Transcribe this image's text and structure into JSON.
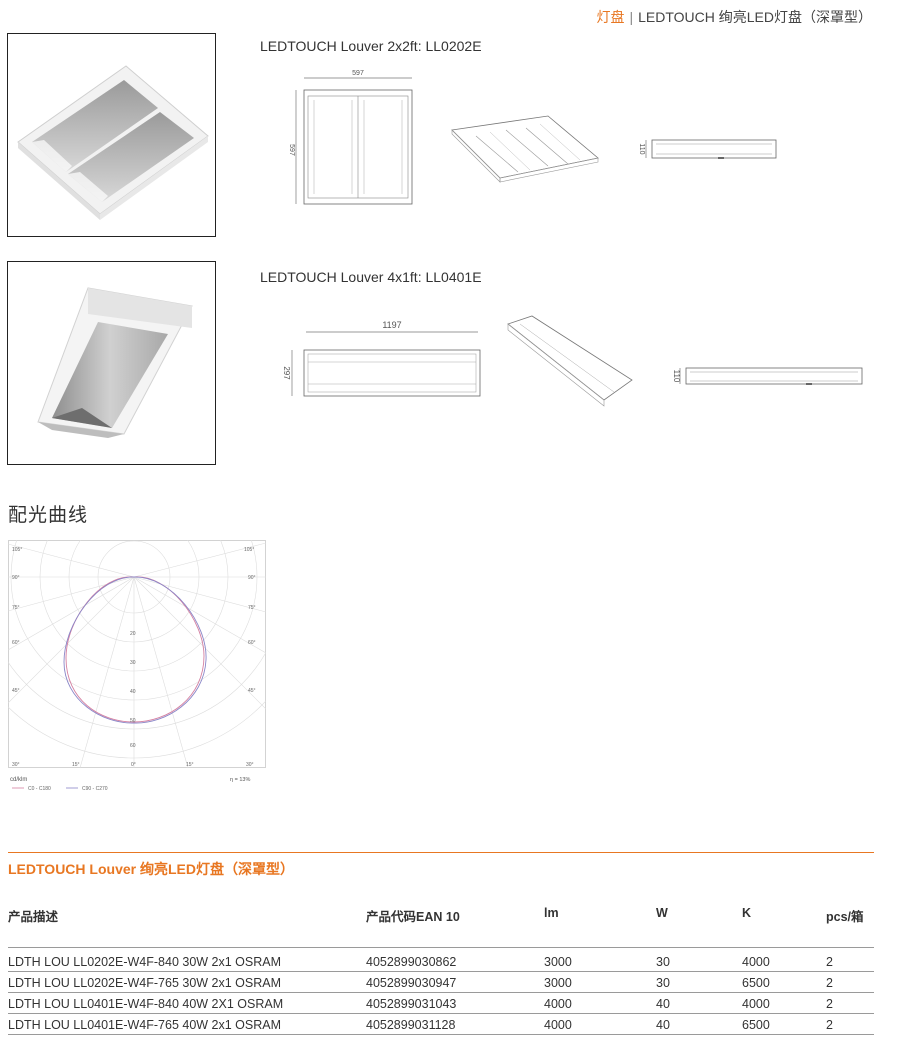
{
  "header": {
    "category": "灯盘",
    "separator": "|",
    "title": "LEDTOUCH 绚亮LED灯盘（深罩型）"
  },
  "products": [
    {
      "title": "LEDTOUCH Louver 2x2ft: LL0202E",
      "dimensions": {
        "width": "597",
        "height": "597",
        "depth": "110"
      }
    },
    {
      "title": "LEDTOUCH Louver 4x1ft: LL0401E",
      "dimensions": {
        "width": "1197",
        "height": "297",
        "depth": "110"
      }
    }
  ],
  "light_distribution": {
    "section_title": "配光曲线",
    "angles_top": [
      "105°",
      "105°"
    ],
    "angle_labels_left": [
      "90°",
      "75°",
      "60°",
      "45°"
    ],
    "angle_labels_right": [
      "90°",
      "75°",
      "60°",
      "45°"
    ],
    "bottom_angles": [
      "30°",
      "15°",
      "0°",
      "15°",
      "30°"
    ],
    "radial_values": [
      "20",
      "30",
      "40",
      "50",
      "60"
    ],
    "unit": "cd/klm",
    "efficiency": "η = 13%",
    "legend": [
      "C0 - C180",
      "C90 - C270"
    ],
    "colors": {
      "c0": "#d47fa0",
      "c90": "#8a86c8"
    }
  },
  "table": {
    "title": "LEDTOUCH Louver 绚亮LED灯盘（深罩型）",
    "headers": [
      "产品描述",
      "产品代码EAN 10",
      "lm",
      "W",
      "K",
      "pcs/箱"
    ],
    "rows": [
      [
        "LDTH LOU LL0202E-W4F-840 30W 2x1 OSRAM",
        "4052899030862",
        "3000",
        "30",
        "4000",
        "2"
      ],
      [
        "LDTH LOU LL0202E-W4F-765 30W 2x1 OSRAM",
        "4052899030947",
        "3000",
        "30",
        "6500",
        "2"
      ],
      [
        "LDTH LOU LL0401E-W4F-840 40W 2X1 OSRAM",
        "4052899031043",
        "4000",
        "40",
        "4000",
        "2"
      ],
      [
        "LDTH LOU LL0401E-W4F-765 40W 2x1 OSRAM",
        "4052899031128",
        "4000",
        "40",
        "6500",
        "2"
      ]
    ]
  },
  "accent_color": "#e87722"
}
